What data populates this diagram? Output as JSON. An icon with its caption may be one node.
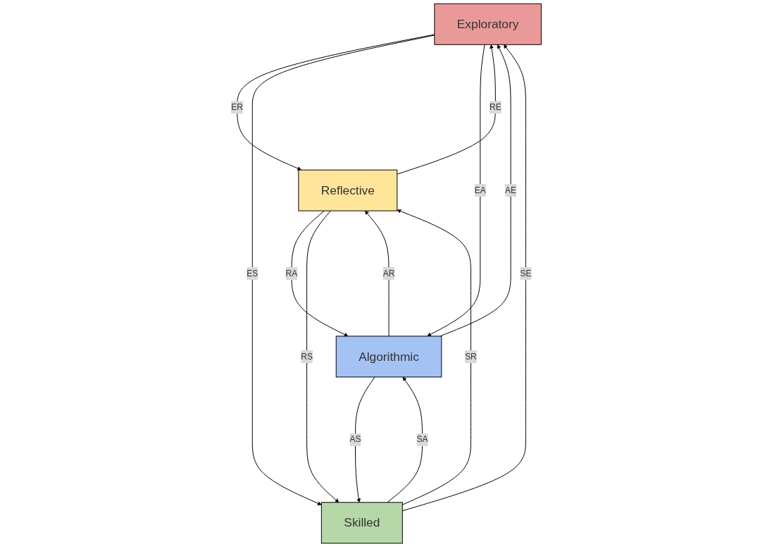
{
  "diagram": {
    "nodes": [
      {
        "text": [
          "Exploratory"
        ]
      },
      {
        "text": [
          "Reflective"
        ]
      },
      {
        "text": [
          "Skilled"
        ]
      },
      {
        "text": [
          "Algorithmic"
        ]
      }
    ],
    "edges": [
      {
        "from": 0,
        "to": 1,
        "arrow": "to",
        "label": "ER"
      },
      {
        "from": 1,
        "to": 0,
        "arrow": "to",
        "label": "RE"
      },
      {
        "from": 0,
        "to": 2,
        "arrow": "to",
        "label": "ES"
      },
      {
        "from": 2,
        "to": 0,
        "arrow": "to",
        "label": "SE"
      },
      {
        "from": 1,
        "to": 3,
        "arrow": "to",
        "label": "RA"
      },
      {
        "from": 3,
        "to": 1,
        "arrow": "to",
        "label": "AR"
      },
      {
        "from": 2,
        "to": 1,
        "arrow": "to",
        "label": "SR"
      },
      {
        "from": 1,
        "to": 2,
        "arrow": "to",
        "label": "RS"
      },
      {
        "from": 0,
        "to": 3,
        "arrow": "to",
        "label": "EA"
      },
      {
        "from": 3,
        "to": 0,
        "arrow": "to",
        "label": "AE"
      },
      {
        "from": 2,
        "to": 3,
        "arrow": "to",
        "label": "SA"
      },
      {
        "from": 3,
        "to": 2,
        "arrow": "to",
        "label": "AS"
      }
    ]
  }
}
